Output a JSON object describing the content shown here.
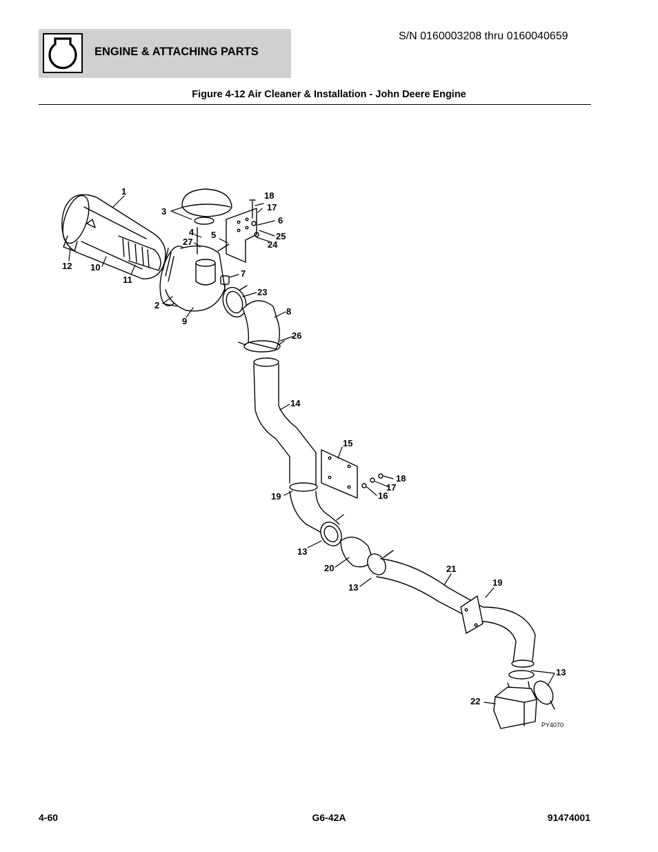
{
  "header": {
    "section_title": "ENGINE & ATTACHING PARTS",
    "serial_range": "S/N 0160003208 thru 0160040659",
    "figure_title": "Figure 4-12 Air Cleaner & Installation - John Deere Engine"
  },
  "diagram": {
    "callouts": [
      "1",
      "3",
      "18",
      "17",
      "6",
      "4",
      "5",
      "27",
      "25",
      "24",
      "12",
      "10",
      "11",
      "7",
      "23",
      "2",
      "9",
      "8",
      "26",
      "14",
      "15",
      "18",
      "17",
      "16",
      "19",
      "13",
      "20",
      "21",
      "13",
      "19",
      "13",
      "22"
    ],
    "figure_code": "PY4070"
  },
  "footer": {
    "page_number": "4-60",
    "model": "G6-42A",
    "doc_number": "91474001"
  }
}
